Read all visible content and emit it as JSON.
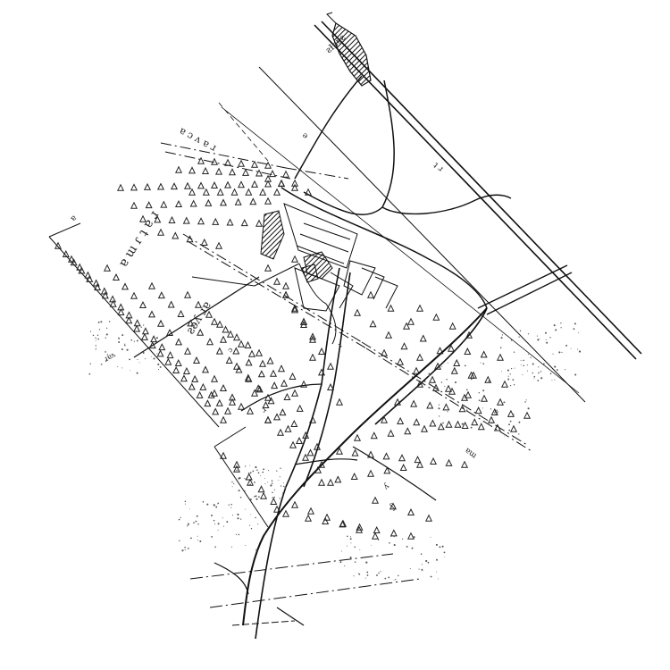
{
  "map": {
    "labels": {
      "top_station": "ƨƗʙɐƨ",
      "settlement_top": "ɐ ɔ ʌ ɐ ɹ",
      "settlement_mid": "ɐ ɯ ɾ ʇ ɐ ɹ",
      "settlement_left": "ƨǝʎ ɹɐ",
      "road_note": "ɹɐʌ",
      "small_a": "ɐ",
      "small_b": "ʇ ɹ",
      "small_c": "ǝ",
      "small_d": "ʎ",
      "small_e": "ʃ",
      "small_f": "ɹ",
      "small_g": "ɐɯ",
      "small_h": "ɐ",
      "small_i": "ɔ",
      "small_j": "ɹ"
    },
    "symbols": {
      "vegetation_marker": "triangle",
      "building_marker": "hatched-polygon"
    },
    "colors": {
      "ink": "#111111",
      "paper": "#ffffff"
    }
  }
}
